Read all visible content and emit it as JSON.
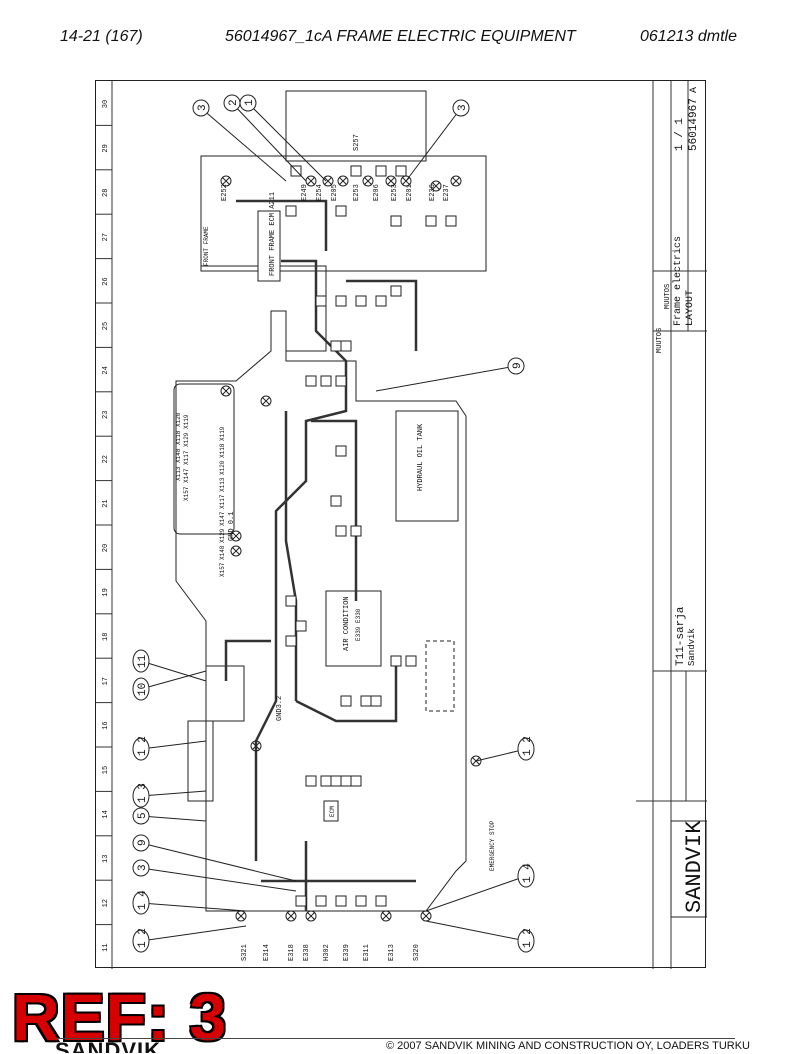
{
  "header": {
    "page_ref": "14-21 (167)",
    "doc_title": "56014967_1cA FRAME ELECTRIC EQUIPMENT",
    "date_code": "061213 dmtle"
  },
  "ruler_numbers": [
    "11",
    "12",
    "13",
    "14",
    "15",
    "16",
    "17",
    "18",
    "19",
    "20",
    "21",
    "22",
    "23",
    "24",
    "25",
    "26",
    "27",
    "28",
    "29",
    "30"
  ],
  "callouts": {
    "top_left_3": "3",
    "top_2": "2",
    "top_1": "1",
    "top_right_3": "3",
    "mid_9": "9",
    "left_10": "10",
    "left_11": "11",
    "left_12a": "1 2",
    "left_13": "1 3",
    "left_5": "5",
    "left_9": "9",
    "left_3": "3",
    "left_14": "1 4",
    "left_12b": "1 2",
    "right_12a": "1 2",
    "right_14": "1 4",
    "right_12b": "1 2"
  },
  "labels": {
    "front_frame": "FRONT FRAME",
    "ecm_box": "FRONT FRAME ECM A211",
    "hydraulic_tank": "HYDRAUL OIL TANK",
    "air_condition": "AIR CONDITION",
    "air_condition_sub": "E339 E330",
    "gnd": "GND 0.1",
    "emergency_stop": "EMERGENCY STOP",
    "ecm_small": "ECM",
    "gnd32": "GND3.2",
    "connectors_row": "X157 X147 X117 X129 X119",
    "connectors_row2": "X113 X148 X118 X120",
    "bottom_left_labels": [
      "S321",
      "E314",
      "E318",
      "E338",
      "H302",
      "E339",
      "E311",
      "E313",
      "S320"
    ],
    "top_labels": [
      "E252",
      "E249",
      "E254",
      "E205",
      "E253",
      "E206",
      "E253",
      "E201",
      "E236",
      "E237",
      "S257"
    ],
    "side_connectors": [
      "X119",
      "X118",
      "X120",
      "X113",
      "X117",
      "X147",
      "X129",
      "X148",
      "X157"
    ]
  },
  "title_block": {
    "company": "SANDVIK",
    "mid_line1": "T11-sarja",
    "mid_line2": "Sandvik",
    "descr_line1": "Frame electrics",
    "descr_line2": "LAYOUT",
    "sheet": "1 / 1",
    "drawing_no": "56014967",
    "revision": "A",
    "muutos1": "MUUTOS",
    "muutos2": "MUUTOS"
  },
  "footer": {
    "stamp": "REF: 3",
    "logo": "SANDVIK",
    "copyright": "© 2007 SANDVIK MINING AND CONSTRUCTION OY, LOADERS TURKU"
  }
}
